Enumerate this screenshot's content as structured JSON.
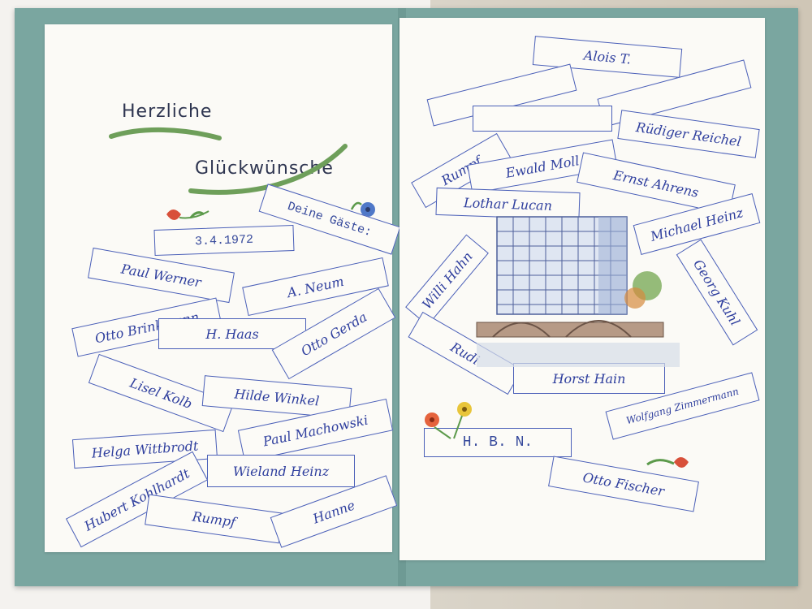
{
  "greeting": {
    "line1": "Herzliche",
    "line2": "Glückwünsche"
  },
  "date_label": "3.4.1972",
  "guests_label": "Deine Gäste:",
  "left_signatures": [
    "Paul Werner",
    "A. Neum",
    "Otto Brinkmann",
    "H. Haas",
    "Otto Gerda",
    "Lisel Kolb",
    "Hilde Winkel",
    "Helga Wittbrodt",
    "Paul Machowski",
    "Wieland Heinz",
    "Hubert Kohlhardt",
    "Rumpf",
    "Hanne"
  ],
  "right_signatures": [
    "Alois T.",
    "Rüdiger Reichel",
    "Rumpf",
    "Ewald Moll",
    "Ernst Ahrens",
    "Lothar Lucan",
    "Michael Heinz",
    "Willi Hahn",
    "Georg Kuhl",
    "Rudi",
    "Horst Hain",
    "Wolfgang Zimmermann",
    "H. B. N.",
    "Otto Fischer"
  ],
  "colors": {
    "folder": "#7aa6a0",
    "ink": "#2f3f9e",
    "paper": "#fbfaf6"
  }
}
